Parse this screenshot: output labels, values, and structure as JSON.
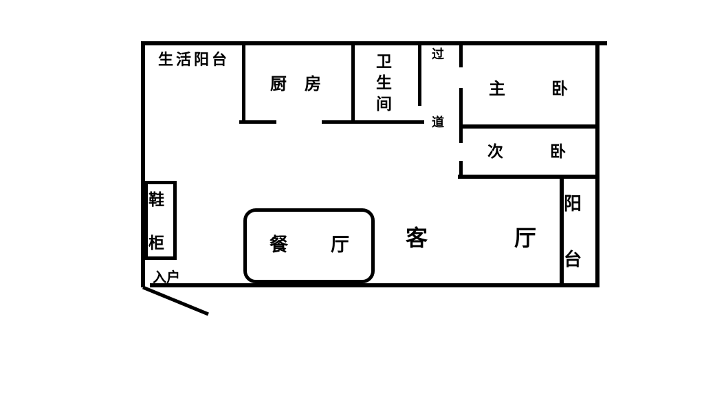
{
  "floor_plan": {
    "colors": {
      "wall": "#000000",
      "background": "#ffffff",
      "text": "#000000"
    },
    "labels": {
      "laundry_balcony": "生活阳台",
      "kitchen": "厨房",
      "bathroom": "卫生间",
      "corridor_top": "过",
      "corridor_bottom": "道",
      "master_bedroom": "主卧",
      "second_bedroom": "次卧",
      "shoe_cabinet": "鞋柜",
      "entrance": "入户",
      "dining_room": "餐厅",
      "living_room": "客厅",
      "balcony": "阳台"
    }
  }
}
